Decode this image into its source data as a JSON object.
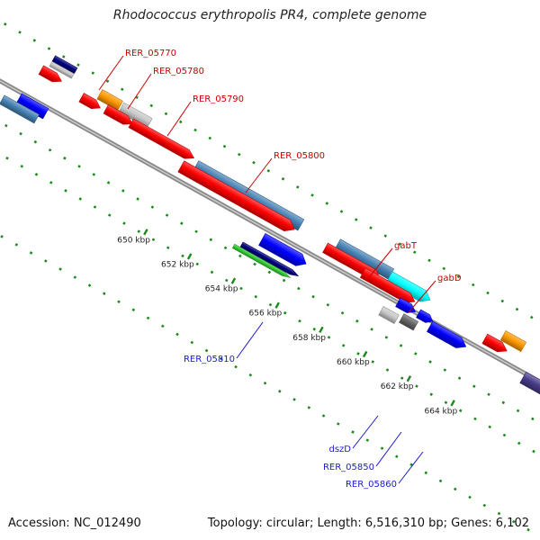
{
  "title": "Rhodococcus erythropolis PR4, complete genome",
  "footer": {
    "accession": "Accession: NC_012490",
    "summary": "Topology: circular; Length: 6,516,310 bp; Genes: 6,102"
  },
  "colors": {
    "backbone": "#777777",
    "dots": "#1a8a1a",
    "red": "#ff0000",
    "steelblue": "#4682b4",
    "blue": "#0000ff",
    "navy": "#000080",
    "orange": "#ff9900",
    "silver": "#c8c8c8",
    "gray": "#666666",
    "cyan": "#00ffff",
    "green": "#33cc33",
    "slateblue": "#483d8b",
    "label_red": "#cc0000",
    "label_blue": "#1a1acc"
  },
  "ticks": [
    {
      "label": "650 kbp"
    },
    {
      "label": "652 kbp"
    },
    {
      "label": "654 kbp"
    },
    {
      "label": "656 kbp"
    },
    {
      "label": "658 kbp"
    },
    {
      "label": "660 kbp"
    },
    {
      "label": "662 kbp"
    },
    {
      "label": "664 kbp"
    }
  ],
  "gene_labels": [
    {
      "name": "RER_05770",
      "color": "label_red"
    },
    {
      "name": "RER_05780",
      "color": "label_red"
    },
    {
      "name": "RER_05790",
      "color": "label_red"
    },
    {
      "name": "RER_05800",
      "color": "label_red"
    },
    {
      "name": "gabT",
      "color": "label_red"
    },
    {
      "name": "gabD",
      "color": "label_red"
    },
    {
      "name": "RER_05810",
      "color": "label_blue"
    },
    {
      "name": "dszD",
      "color": "label_blue"
    },
    {
      "name": "RER_05850",
      "color": "label_blue"
    },
    {
      "name": "RER_05860",
      "color": "label_blue"
    }
  ],
  "features": [
    {
      "name": "feature-navy-a",
      "color": "navy"
    },
    {
      "name": "feature-silver-a",
      "color": "silver"
    },
    {
      "name": "feature-red-a",
      "color": "red"
    },
    {
      "name": "feature-blue-a",
      "color": "blue"
    },
    {
      "name": "feature-steelblue-a",
      "color": "steelblue"
    },
    {
      "name": "feature-orange-a",
      "color": "orange"
    },
    {
      "name": "feature-silver-b",
      "color": "silver"
    },
    {
      "name": "feature-red-b",
      "color": "red"
    },
    {
      "name": "feature-red-c",
      "color": "red"
    },
    {
      "name": "feature-red-d",
      "color": "red"
    },
    {
      "name": "feature-steelblue-b",
      "color": "steelblue"
    },
    {
      "name": "feature-red-e",
      "color": "red"
    },
    {
      "name": "feature-blue-b",
      "color": "blue"
    },
    {
      "name": "feature-navy-b",
      "color": "navy"
    },
    {
      "name": "feature-green-a",
      "color": "green"
    },
    {
      "name": "feature-steelblue-c",
      "color": "steelblue"
    },
    {
      "name": "feature-cyan-a",
      "color": "cyan"
    },
    {
      "name": "feature-red-f",
      "color": "red"
    },
    {
      "name": "feature-red-g",
      "color": "red"
    },
    {
      "name": "feature-blue-c",
      "color": "blue"
    },
    {
      "name": "feature-silver-c",
      "color": "silver"
    },
    {
      "name": "feature-gray-a",
      "color": "gray"
    },
    {
      "name": "feature-blue-d",
      "color": "blue"
    },
    {
      "name": "feature-blue-e",
      "color": "blue"
    },
    {
      "name": "feature-orange-b",
      "color": "orange"
    },
    {
      "name": "feature-red-h",
      "color": "red"
    },
    {
      "name": "feature-slateblue-a",
      "color": "slateblue"
    },
    {
      "name": "feature-red-i",
      "color": "red"
    }
  ]
}
